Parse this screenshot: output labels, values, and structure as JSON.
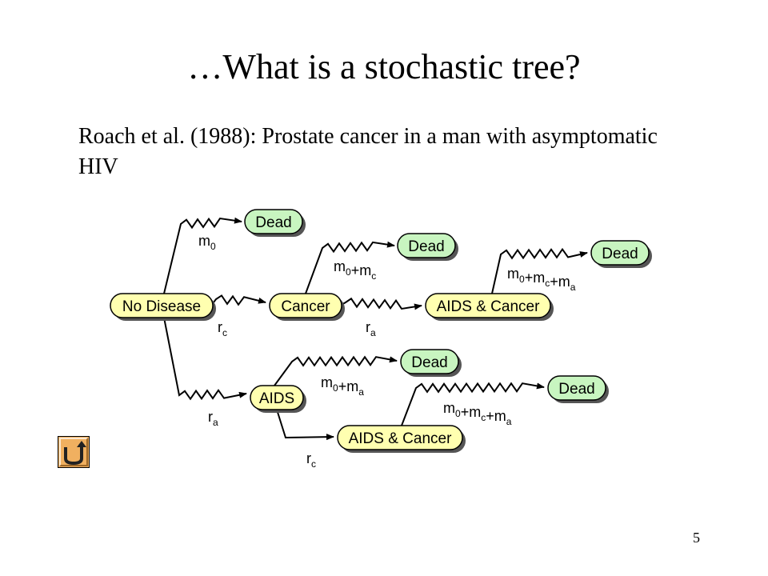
{
  "slide": {
    "title": "…What is a stochastic tree?",
    "subtitle": "Roach et al. (1988): Prostate cancer in a man with asymptomatic HIV",
    "page_number": "5"
  },
  "colors": {
    "state_fill": "#ffffb0",
    "death_fill": "#c8f5c0",
    "node_border": "#000000",
    "node_shadow": "#555555",
    "nav_button_bg": "#f0b060"
  },
  "nav": {
    "icon": "u-turn-back-arrow-icon"
  },
  "tree": {
    "nodes": [
      {
        "id": "no-disease",
        "label": "No Disease",
        "type": "state"
      },
      {
        "id": "cancer",
        "label": "Cancer",
        "type": "state"
      },
      {
        "id": "aids-and-cancer-upper",
        "label": "AIDS & Cancer",
        "type": "state"
      },
      {
        "id": "aids",
        "label": "AIDS",
        "type": "state"
      },
      {
        "id": "aids-and-cancer-lower",
        "label": "AIDS & Cancer",
        "type": "state"
      },
      {
        "id": "dead-1",
        "label": "Dead",
        "type": "death"
      },
      {
        "id": "dead-2",
        "label": "Dead",
        "type": "death"
      },
      {
        "id": "dead-3",
        "label": "Dead",
        "type": "death"
      },
      {
        "id": "dead-4",
        "label": "Dead",
        "type": "death"
      },
      {
        "id": "dead-5",
        "label": "Dead",
        "type": "death"
      }
    ],
    "transitions": [
      {
        "id": "t-nd-dead",
        "from": "no-disease",
        "to": "dead-1",
        "label": [
          [
            "m",
            "0"
          ]
        ]
      },
      {
        "id": "t-nd-cancer",
        "from": "no-disease",
        "to": "cancer",
        "label": [
          [
            "r",
            "c"
          ]
        ]
      },
      {
        "id": "t-nd-aids",
        "from": "no-disease",
        "to": "aids",
        "label": [
          [
            "r",
            "a"
          ]
        ]
      },
      {
        "id": "t-cancer-dead",
        "from": "cancer",
        "to": "dead-2",
        "label": [
          [
            "m",
            "0"
          ],
          [
            "+m",
            "c"
          ]
        ]
      },
      {
        "id": "t-cancer-ac",
        "from": "cancer",
        "to": "aids-and-cancer-upper",
        "label": [
          [
            "r",
            "a"
          ]
        ]
      },
      {
        "id": "t-acu-dead",
        "from": "aids-and-cancer-upper",
        "to": "dead-3",
        "label": [
          [
            "m",
            "0"
          ],
          [
            "+m",
            "c"
          ],
          [
            "+m",
            "a"
          ]
        ]
      },
      {
        "id": "t-aids-dead",
        "from": "aids",
        "to": "dead-4",
        "label": [
          [
            "m",
            "0"
          ],
          [
            "+m",
            "a"
          ]
        ]
      },
      {
        "id": "t-aids-ac",
        "from": "aids",
        "to": "aids-and-cancer-lower",
        "label": [
          [
            "r",
            "c"
          ]
        ]
      },
      {
        "id": "t-acl-dead",
        "from": "aids-and-cancer-lower",
        "to": "dead-5",
        "label": [
          [
            "m",
            "0"
          ],
          [
            "+m",
            "c"
          ],
          [
            "+m",
            "a"
          ]
        ]
      }
    ]
  }
}
